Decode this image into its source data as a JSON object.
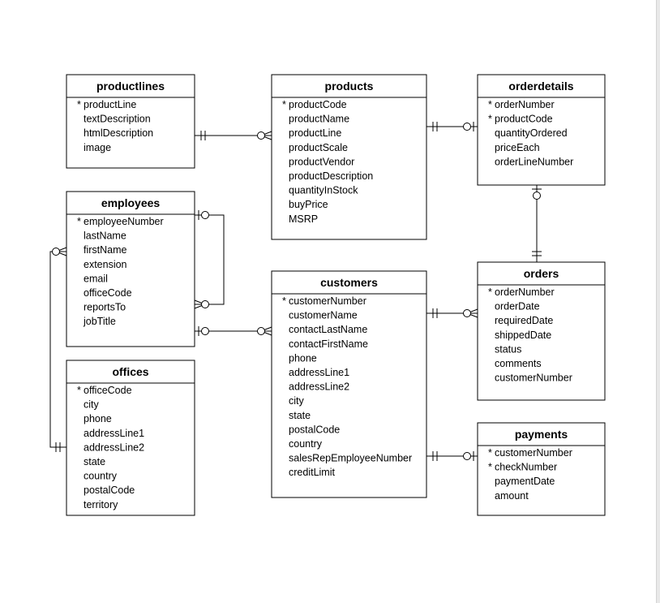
{
  "diagram": {
    "entities": {
      "productlines": {
        "title": "productlines",
        "attributes": [
          "productLine",
          "textDescription",
          "htmlDescription",
          "image"
        ],
        "keys": [
          0
        ]
      },
      "products": {
        "title": "products",
        "attributes": [
          "productCode",
          "productName",
          "productLine",
          "productScale",
          "productVendor",
          "productDescription",
          "quantityInStock",
          "buyPrice",
          "MSRP"
        ],
        "keys": [
          0
        ]
      },
      "orderdetails": {
        "title": "orderdetails",
        "attributes": [
          "orderNumber",
          "productCode",
          "quantityOrdered",
          "priceEach",
          "orderLineNumber"
        ],
        "keys": [
          0,
          1
        ]
      },
      "employees": {
        "title": "employees",
        "attributes": [
          "employeeNumber",
          "lastName",
          "firstName",
          "extension",
          "email",
          "officeCode",
          "reportsTo",
          "jobTitle"
        ],
        "keys": [
          0
        ]
      },
      "customers": {
        "title": "customers",
        "attributes": [
          "customerNumber",
          "customerName",
          "contactLastName",
          "contactFirstName",
          "phone",
          "addressLine1",
          "addressLine2",
          "city",
          "state",
          "postalCode",
          "country",
          "salesRepEmployeeNumber",
          "creditLimit"
        ],
        "keys": [
          0
        ]
      },
      "orders": {
        "title": "orders",
        "attributes": [
          "orderNumber",
          "orderDate",
          "requiredDate",
          "shippedDate",
          "status",
          "comments",
          "customerNumber"
        ],
        "keys": [
          0
        ]
      },
      "offices": {
        "title": "offices",
        "attributes": [
          "officeCode",
          "city",
          "phone",
          "addressLine1",
          "addressLine2",
          "state",
          "country",
          "postalCode",
          "territory"
        ],
        "keys": [
          0
        ]
      },
      "payments": {
        "title": "payments",
        "attributes": [
          "customerNumber",
          "checkNumber",
          "paymentDate",
          "amount"
        ],
        "keys": [
          0,
          1
        ]
      }
    },
    "key_marker": "*",
    "relationships": [
      {
        "from": "productlines",
        "to": "products",
        "from_end": "one-and-only-one",
        "to_end": "zero-or-many"
      },
      {
        "from": "products",
        "to": "orderdetails",
        "from_end": "one-and-only-one",
        "to_end": "zero-or-one"
      },
      {
        "from": "orders",
        "to": "orderdetails",
        "from_end": "one-and-only-one",
        "to_end": "zero-or-one"
      },
      {
        "from": "employees",
        "to": "employees",
        "from_end": "zero-or-one",
        "to_end": "zero-or-many"
      },
      {
        "from": "employees",
        "to": "customers",
        "from_end": "zero-or-one",
        "to_end": "zero-or-many"
      },
      {
        "from": "customers",
        "to": "orders",
        "from_end": "one-and-only-one",
        "to_end": "zero-or-many"
      },
      {
        "from": "customers",
        "to": "payments",
        "from_end": "one-and-only-one",
        "to_end": "zero-or-one"
      },
      {
        "from": "offices",
        "to": "employees",
        "from_end": "one-and-only-one",
        "to_end": "zero-or-many"
      }
    ],
    "colors": {
      "line": "#000000",
      "background": "#ffffff"
    }
  }
}
